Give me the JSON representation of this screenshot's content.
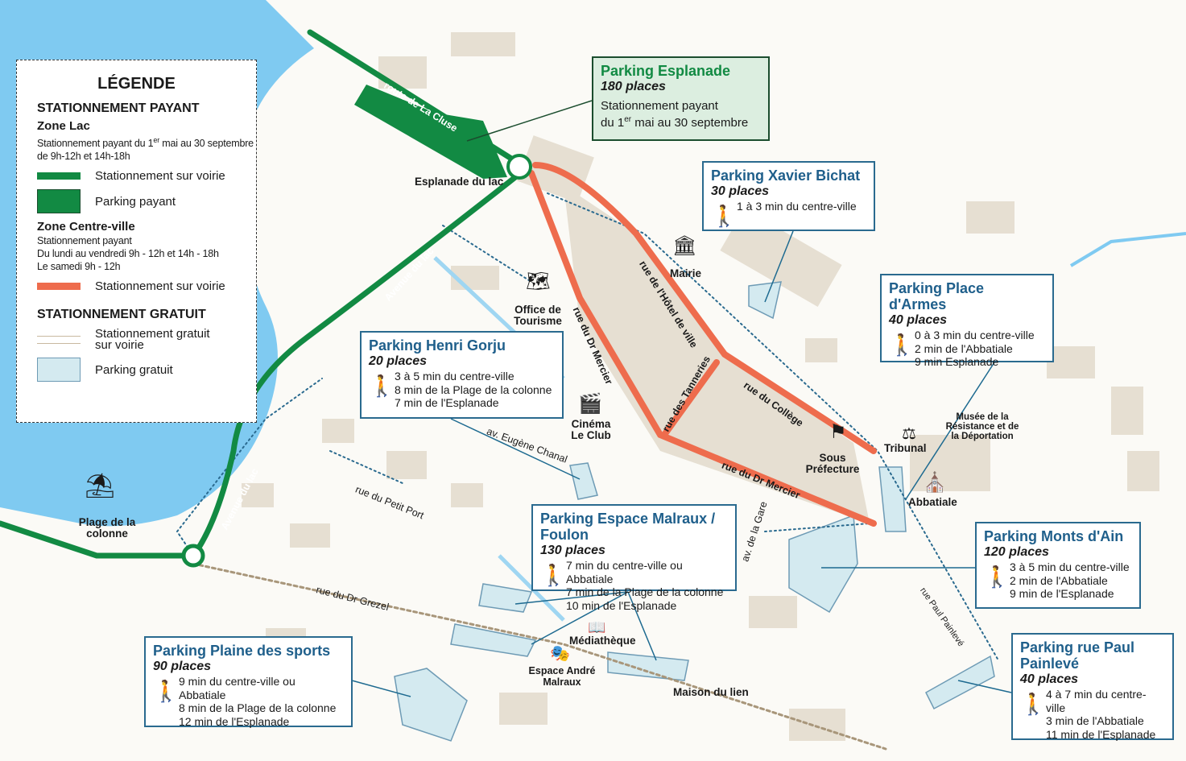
{
  "legend": {
    "title": "LÉGENDE",
    "paid_heading": "STATIONNEMENT PAYANT",
    "zone_lac": "Zone Lac",
    "zone_lac_text_a": "Stationnement payant du 1",
    "zone_lac_sup": "er",
    "zone_lac_text_b": " mai au 30 septembre de 9h-12h et 14h-18h",
    "lac_street": "Stationnement sur voirie",
    "lac_parking": "Parking payant",
    "zone_centre": "Zone Centre-ville",
    "centre_l1": "Stationnement payant",
    "centre_l2": "Du lundi au vendredi 9h - 12h et 14h - 18h",
    "centre_l3": "Le samedi 9h - 12h",
    "centre_street": "Stationnement sur voirie",
    "free_heading": "STATIONNEMENT GRATUIT",
    "free_street": "Stationnement gratuit sur voirie",
    "free_parking": "Parking gratuit"
  },
  "colors": {
    "lake": "#7fcaf1",
    "green": "#128a43",
    "orange": "#ee6c4d",
    "free": "#d4eaf0",
    "box": "#2a6a8f"
  },
  "parkings": {
    "esplanade": {
      "title": "Parking Esplanade",
      "places": "180 places",
      "l1": "Stationnement payant",
      "l2a": "du 1",
      "l2sup": "er",
      "l2b": " mai au 30 septembre"
    },
    "bichat": {
      "title": "Parking Xavier Bichat",
      "places": "30 places",
      "lines": [
        "1 à 3 min du centre-ville"
      ]
    },
    "armes": {
      "title": "Parking Place d'Armes",
      "places": "40 places",
      "lines": [
        "0 à 3 min du centre-ville",
        "2 min de l'Abbatiale",
        "9 min Esplanade"
      ]
    },
    "gorju": {
      "title": "Parking Henri Gorju",
      "places": "20 places",
      "lines": [
        "3 à 5 min du centre-ville",
        "8 min de la Plage de la colonne",
        "7 min de l'Esplanade"
      ]
    },
    "malraux": {
      "title": "Parking Espace Malraux / Foulon",
      "places": "130 places",
      "lines": [
        "7 min du centre-ville ou Abbatiale",
        "7 min de la Plage de la colonne",
        "10 min de l'Esplanade"
      ]
    },
    "monts": {
      "title": "Parking Monts d'Ain",
      "places": "120 places",
      "lines": [
        "3 à 5 min du centre-ville",
        "2 min de l'Abbatiale",
        "9 min de l'Esplanade"
      ]
    },
    "plaine": {
      "title": "Parking Plaine des sports",
      "places": "90 places",
      "lines": [
        "9 min du centre-ville ou Abbatiale",
        "8 min de la Plage de la colonne",
        "12 min de l'Esplanade"
      ]
    },
    "painleve": {
      "title": "Parking rue Paul Painlevé",
      "places": "40 places",
      "lines": [
        "4 à 7 min du centre-ville",
        "3 min de l'Abbatiale",
        "11 min de l'Esplanade"
      ]
    }
  },
  "places": {
    "esplanade": "Esplanade du lac",
    "mairie": "Mairie",
    "office": "Office de Tourisme",
    "cinema": "Cinéma Le Club",
    "sous_pref": "Sous Préfecture",
    "tribunal": "Tribunal",
    "musee": "Musée de la Résistance et de la Déportation",
    "abbatiale": "Abbatiale",
    "plage": "Plage de la colonne",
    "mediatheque": "Médiathèque",
    "espace": "Espace André Malraux",
    "maison": "Maison du lien"
  },
  "streets": {
    "cluse": "route de La Cluse",
    "av_lac1": "Avenue du lac",
    "av_lac2": "Avenue du lac",
    "hotel_ville": "rue de l'Hôtel de ville",
    "dr_mercier1": "rue du Dr Mercier",
    "dr_mercier2": "rue du Dr Mercier",
    "tanneries": "rue des Tanneries",
    "college": "rue du Collège",
    "chanal": "av. Eugène Chanal",
    "petit_port": "rue du Petit Port",
    "grezel": "rue du Dr Grezel",
    "gare": "av. de la Gare",
    "painleve": "rue Paul Painlevé"
  }
}
